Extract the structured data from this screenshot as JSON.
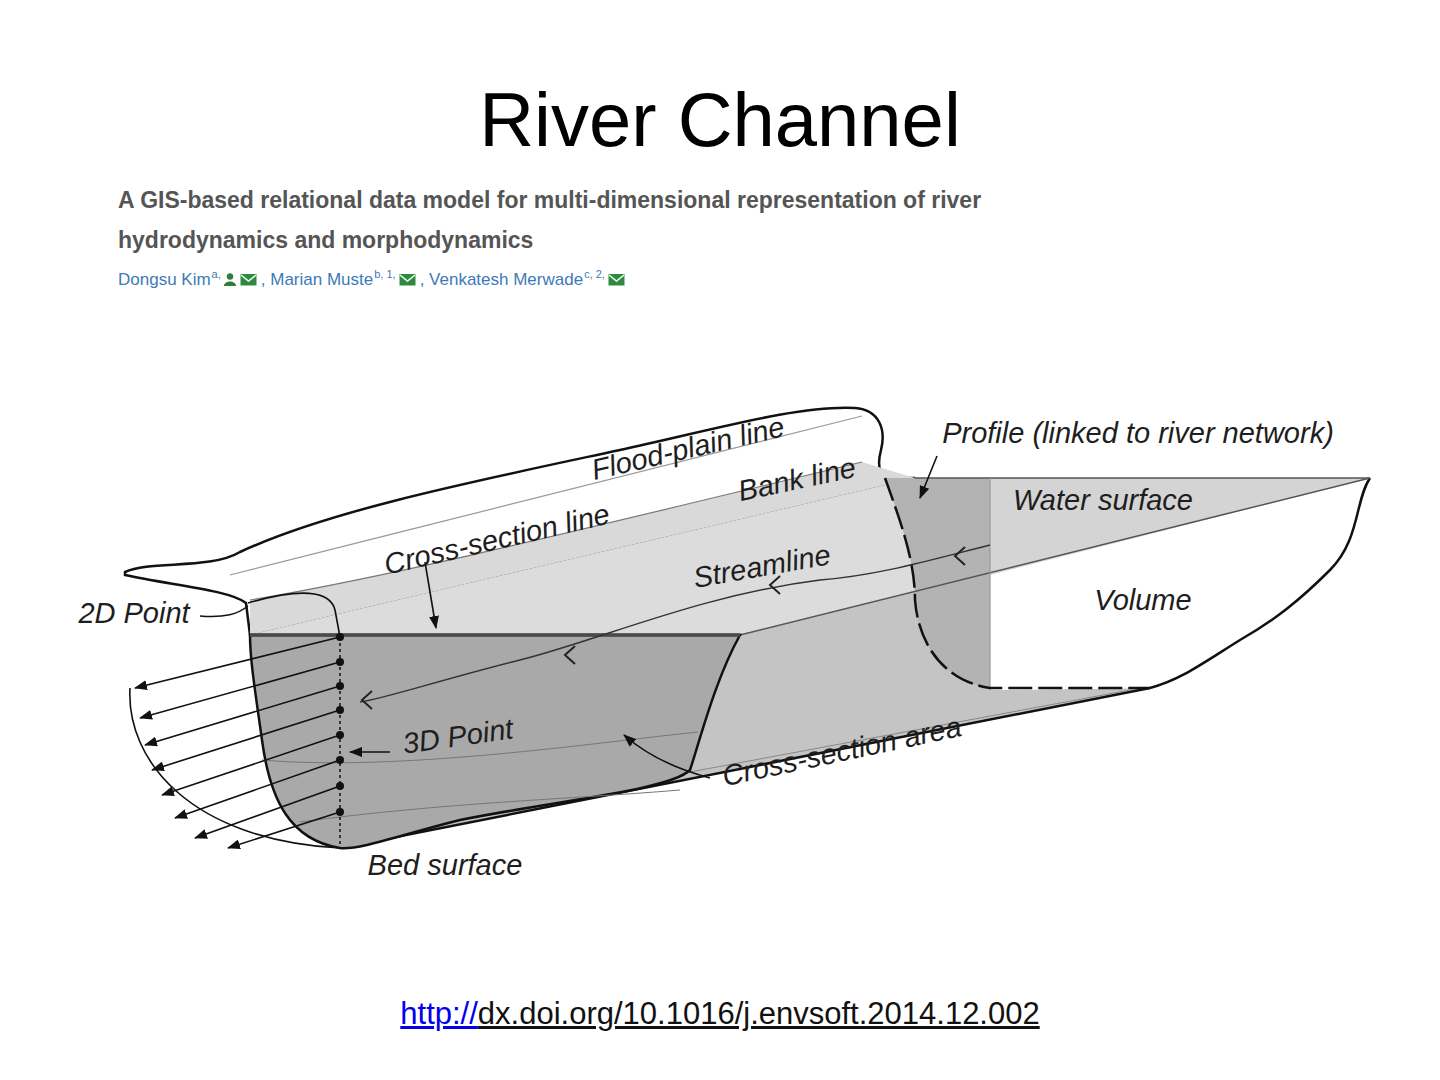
{
  "diagram": {
    "title": "River Channel",
    "labels": [
      "A GIS-based relational data model for multi-dimensional representation of river hydrodynamics and morphodynamics",
      "Dongsu Kim",
      "a,",
      ", Marian Muste",
      "b, 1,",
      ", Venkatesh Merwade",
      "c, 2,",
      "Flood-plain line",
      "Profile (linked to river network)",
      "Bank line",
      "Water surface",
      "Cross-section line",
      "Streamline",
      "Volume",
      "2D Point",
      "3D Point",
      "Cross-section area",
      "Bed surface",
      "http://",
      "dx.doi.org/10.1016/j.envsoft.2014.12.002"
    ]
  }
}
